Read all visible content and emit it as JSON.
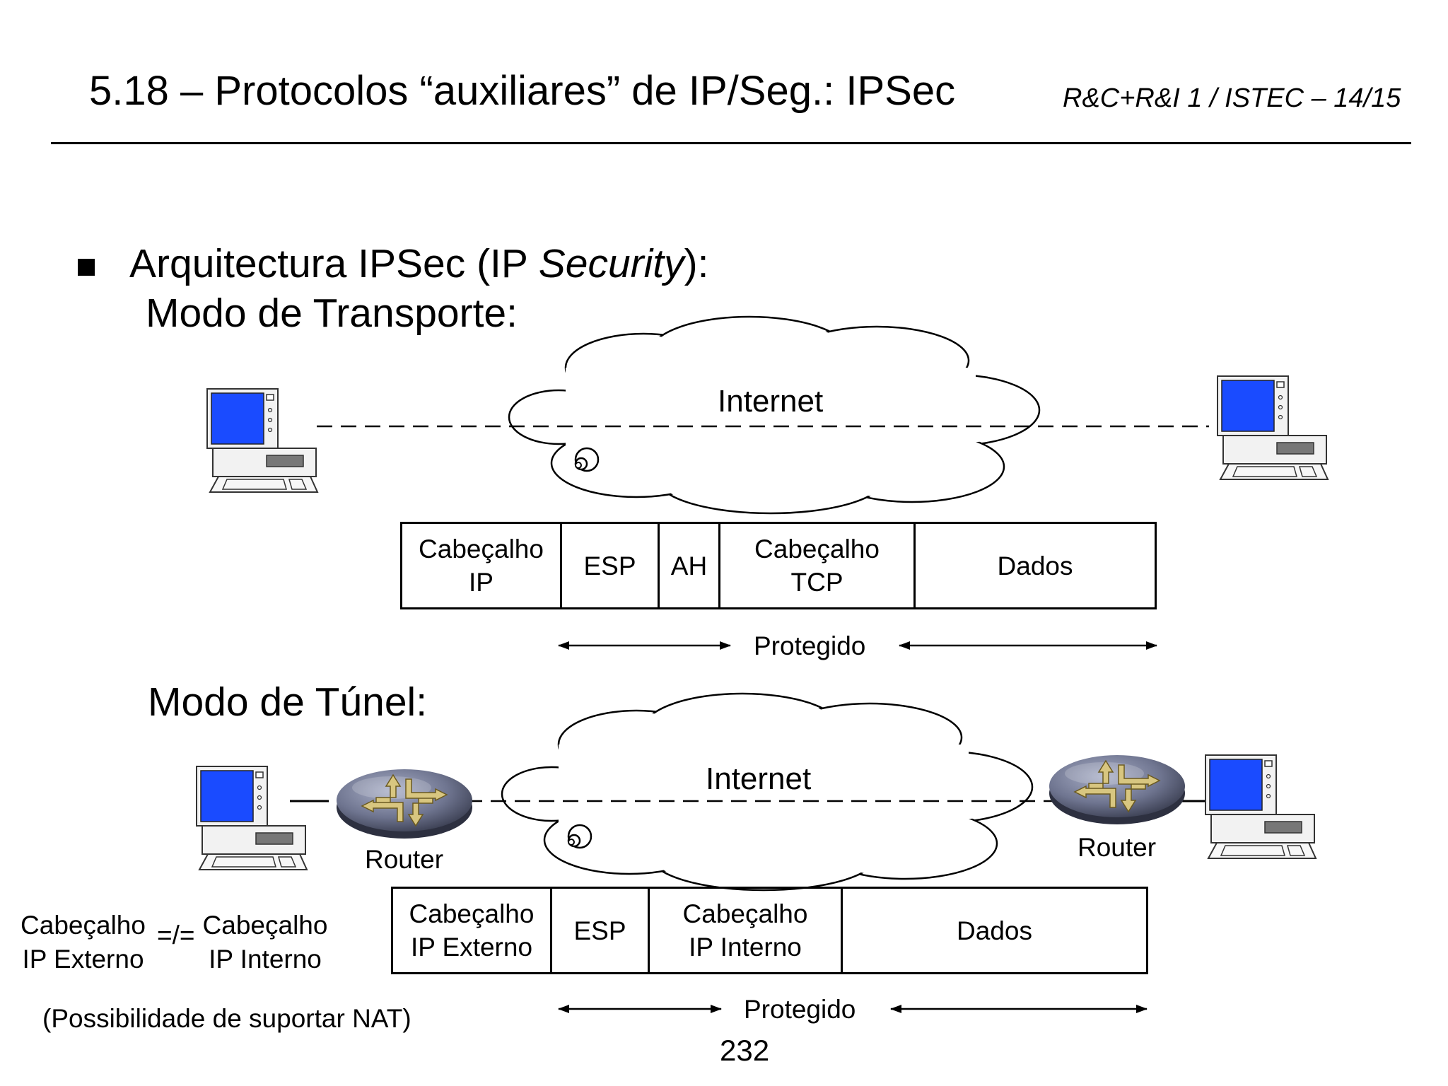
{
  "header": {
    "title": "5.18 – Protocolos “auxiliares” de IP/Seg.: IPSec",
    "course": "R&C+R&I 1 / ISTEC – 14/15"
  },
  "bullet": {
    "prefix": "Arquitectura IPSec (IP ",
    "italic": "Security",
    "suffix": "):"
  },
  "transport": {
    "title": "Modo de Transporte:",
    "cloud_label": "Internet",
    "packet": [
      {
        "line1": "Cabeçalho",
        "line2": "IP"
      },
      {
        "line1": "ESP",
        "line2": ""
      },
      {
        "line1": "AH",
        "line2": ""
      },
      {
        "line1": "Cabeçalho",
        "line2": "TCP"
      },
      {
        "line1": "Dados",
        "line2": ""
      }
    ],
    "protected_label": "Protegido"
  },
  "tunnel": {
    "title": "Modo de Túnel:",
    "cloud_label": "Internet",
    "router_left_label": "Router",
    "router_right_label": "Router",
    "packet": [
      {
        "line1": "Cabeçalho",
        "line2": "IP Externo"
      },
      {
        "line1": "ESP",
        "line2": ""
      },
      {
        "line1": "Cabeçalho",
        "line2": "IP Interno"
      },
      {
        "line1": "Dados",
        "line2": ""
      }
    ],
    "protected_label": "Protegido",
    "comparison": {
      "left_line1": "Cabeçalho",
      "left_line2": "IP Externo",
      "sign": "=/=",
      "right_line1": "Cabeçalho",
      "right_line2": "IP Interno"
    },
    "note": "(Possibilidade de suportar NAT)"
  },
  "page_number": "232",
  "colors": {
    "screen": "#1a4bff",
    "router_body": "#6f7590",
    "router_arrow": "#d8c680"
  }
}
